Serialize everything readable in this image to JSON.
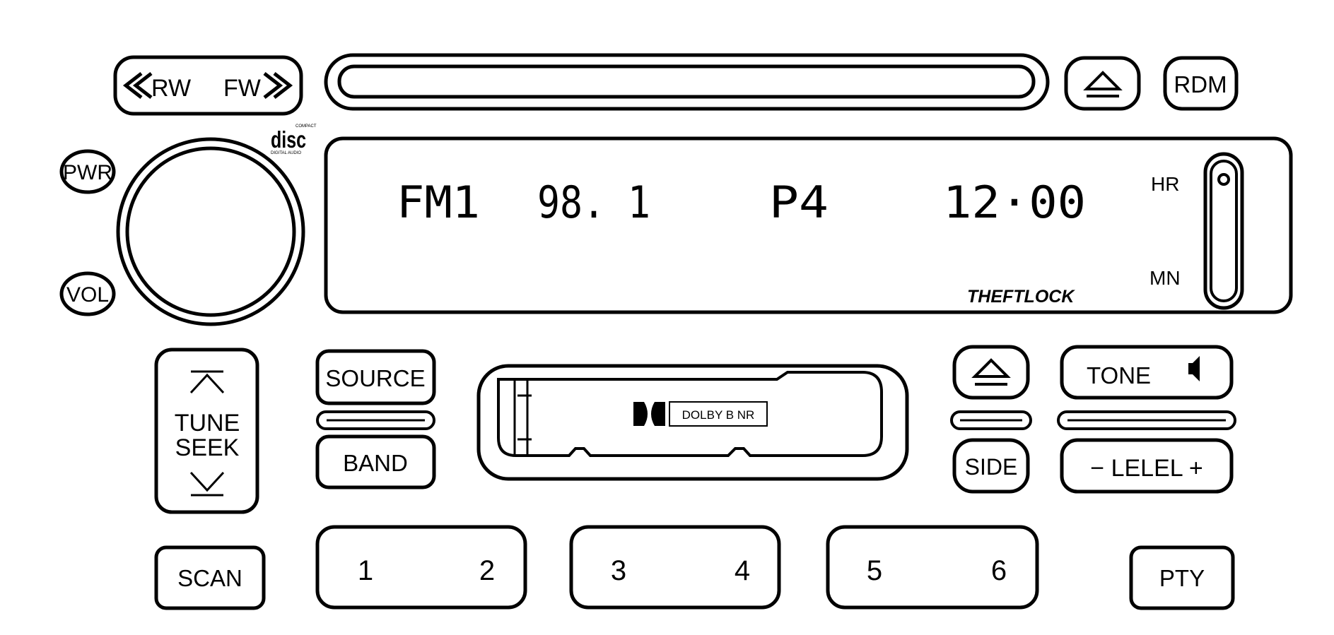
{
  "controls": {
    "rw_label": "RW",
    "fw_label": "FW",
    "eject_cd_symbol": "⏏",
    "rdm_label": "RDM",
    "pwr_label": "PWR",
    "vol_label": "VOL",
    "tune_seek_line1": "TUNE",
    "tune_seek_line2": "SEEK",
    "source_label": "SOURCE",
    "band_label": "BAND",
    "eject_tape_symbol": "⏏",
    "side_label": "SIDE",
    "tone_label": "TONE",
    "level_label": "− LELEL +",
    "scan_label": "SCAN",
    "pty_label": "PTY"
  },
  "display": {
    "band": "FM1",
    "frequency": "98. 1",
    "preset": "P4",
    "clock": "12·00",
    "hr_label": "HR",
    "mn_label": "MN",
    "brand": "THEFTLOCK"
  },
  "tape": {
    "dolby_label": "DOLBY B NR"
  },
  "logo": {
    "disc_text": "disc",
    "disc_small_top": "COMPACT",
    "disc_small_bottom": "DIGITAL AUDIO"
  },
  "presets": [
    {
      "left": "1",
      "right": "2"
    },
    {
      "left": "3",
      "right": "4"
    },
    {
      "left": "5",
      "right": "6"
    }
  ]
}
